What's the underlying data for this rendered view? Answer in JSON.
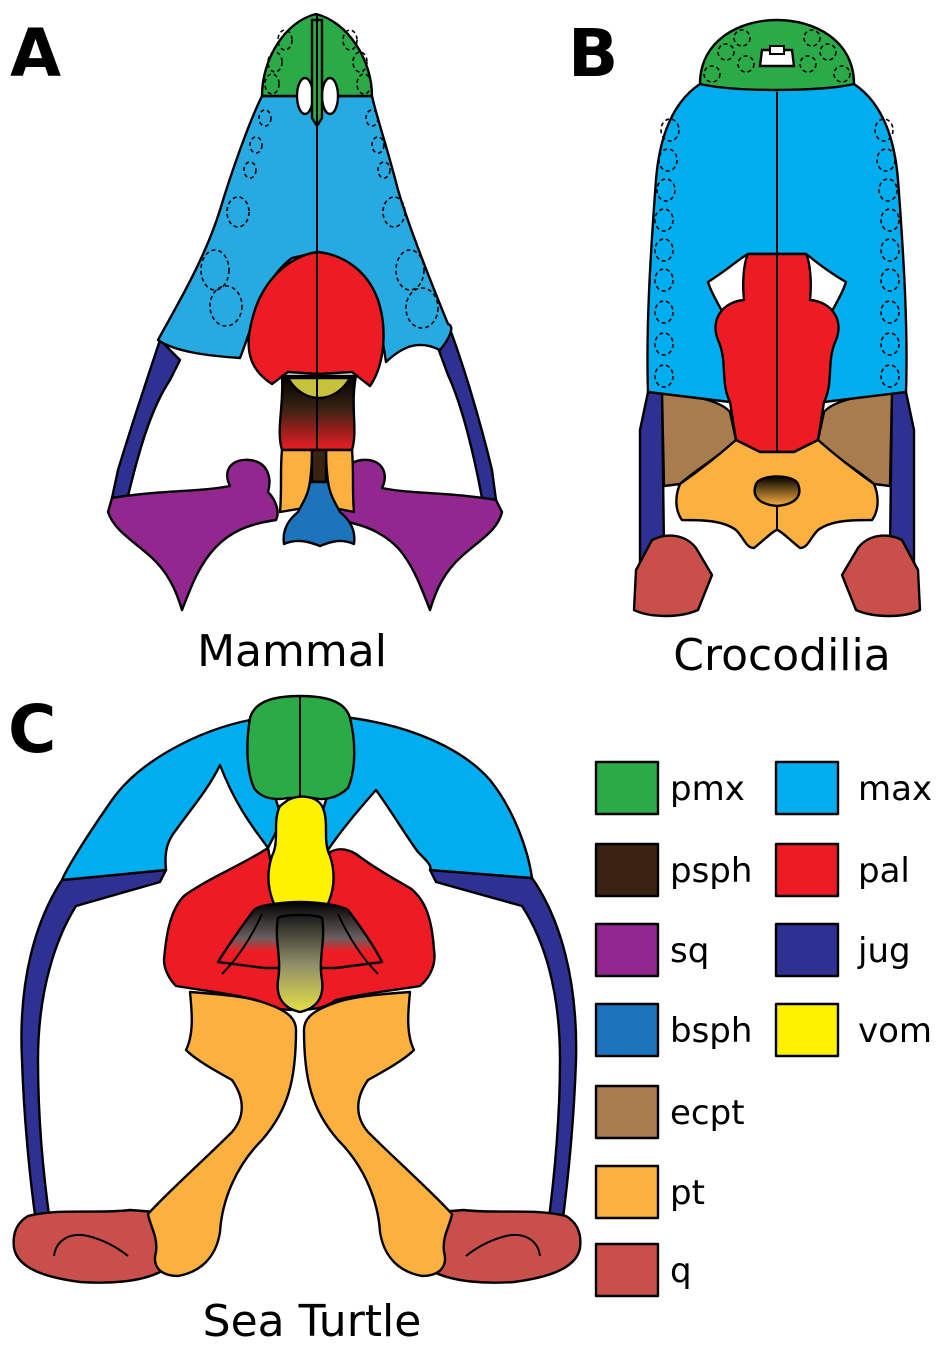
{
  "panels": {
    "a": {
      "letter": "A",
      "caption": "Mammal"
    },
    "b": {
      "letter": "B",
      "caption": "Crocodilia"
    },
    "c": {
      "letter": "C",
      "caption": "Sea Turtle"
    }
  },
  "legend": [
    {
      "abbr": "pmx",
      "color": "#2bab48"
    },
    {
      "abbr": "max",
      "color": "#00aeef"
    },
    {
      "abbr": "psph",
      "color": "#3b2314"
    },
    {
      "abbr": "pal",
      "color": "#ed1c24"
    },
    {
      "abbr": "sq",
      "color": "#92278f"
    },
    {
      "abbr": "jug",
      "color": "#2e3192"
    },
    {
      "abbr": "bsph",
      "color": "#1c75bc"
    },
    {
      "abbr": "vom",
      "color": "#fff200"
    },
    {
      "abbr": "ecpt",
      "color": "#a97c50"
    },
    {
      "abbr": "pt",
      "color": "#fbb040"
    },
    {
      "abbr": "q",
      "color": "#c9504a"
    }
  ]
}
